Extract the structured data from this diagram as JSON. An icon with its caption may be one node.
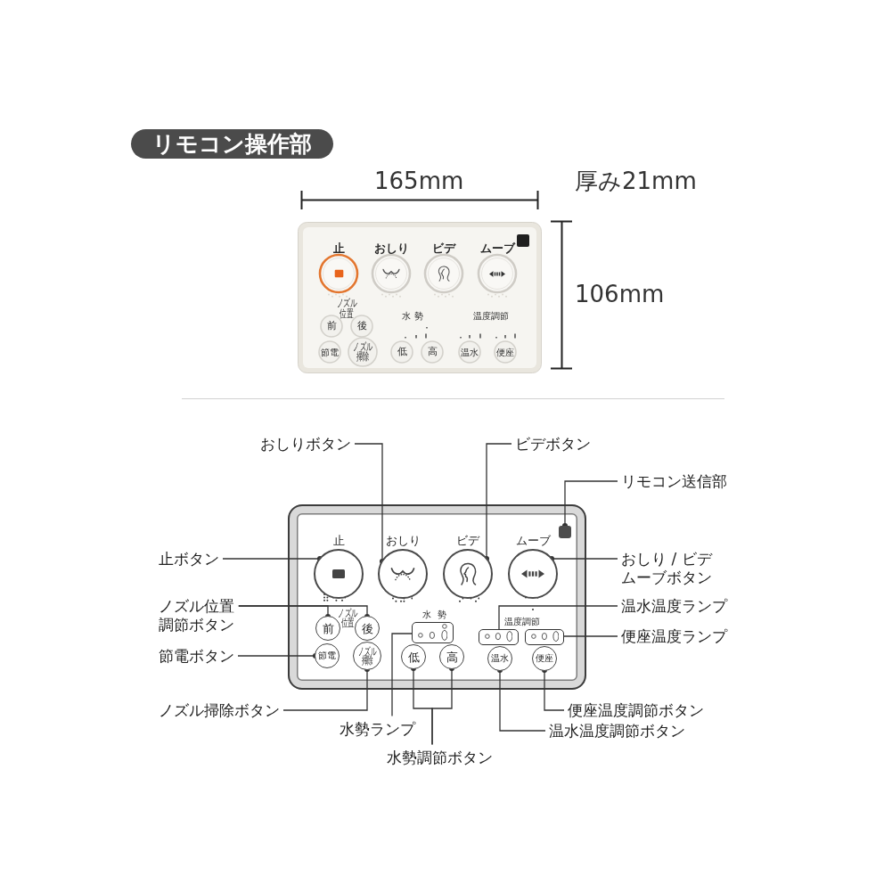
{
  "diagram": {
    "title": "リモコン操作部",
    "nodes": [
      {
        "text": [],
        "shape": "box"
      },
      {
        "text": [],
        "shape": "box",
        "in": 0
      },
      {
        "text": [
          "止"
        ],
        "in": 0
      },
      {
        "text": [
          "おしり"
        ],
        "in": 0
      },
      {
        "text": [
          "ビデ"
        ],
        "in": 0
      },
      {
        "text": [
          "ムーブ"
        ],
        "in": 0
      },
      {
        "text": [
          "前"
        ],
        "in": 0
      },
      {
        "text": [
          "後"
        ],
        "in": 0
      },
      {
        "text": [],
        "shape": "box",
        "in": 0
      },
      {
        "text": [],
        "shape": "box",
        "in": 0
      },
      {
        "text": [],
        "shape": "box",
        "in": 0
      },
      {
        "text": [
          "節電"
        ],
        "in": 0
      },
      {
        "text": [
          "ノズル掃除"
        ],
        "in": 0
      },
      {
        "text": [
          "低"
        ],
        "in": 0
      },
      {
        "text": [
          "高"
        ],
        "in": 0
      },
      {
        "text": [
          "温水"
        ],
        "in": 0
      },
      {
        "text": [
          "便座"
        ],
        "in": 0
      },
      {
        "text": [
          "おしりボタン"
        ]
      },
      {
        "text": [
          "ビデボタン"
        ]
      },
      {
        "text": [
          "リモコン送信部"
        ]
      },
      {
        "text": [
          "止ボタン"
        ]
      },
      {
        "text": [
          "おしり / ビデムーブボタン"
        ]
      },
      {
        "text": [
          "ノズル位置調節ボタン"
        ]
      },
      {
        "text": [
          "温水温度ランプ"
        ]
      },
      {
        "text": [
          "便座温度ランプ"
        ]
      },
      {
        "text": [
          "節電ボタン"
        ]
      },
      {
        "text": [
          "ノズル掃除ボタン"
        ]
      },
      {
        "text": [
          "便座温度調節ボタン"
        ]
      },
      {
        "text": [
          "水勢ランプ"
        ]
      },
      {
        "text": [
          "温水温度調節ボタン"
        ]
      },
      {
        "text": [
          "水勢調節ボタン"
        ]
      }
    ],
    "edges": [
      {
        "from": 17,
        "to": 3,
        "arrow": "other"
      },
      {
        "from": 18,
        "to": 4,
        "arrow": "other"
      },
      {
        "from": 19,
        "to": 1,
        "arrow": "other"
      },
      {
        "from": 20,
        "to": 2,
        "arrow": "other"
      },
      {
        "from": 21,
        "to": 5,
        "arrow": "other"
      },
      {
        "from": 22,
        "to": 6,
        "arrow": "other"
      },
      {
        "from": 22,
        "to": 7,
        "arrow": "other"
      },
      {
        "from": 23,
        "to": 9,
        "arrow": "none"
      },
      {
        "from": 24,
        "to": 10,
        "arrow": "none"
      },
      {
        "from": 25,
        "to": 11,
        "arrow": "other"
      },
      {
        "from": 26,
        "to": 12,
        "arrow": "other"
      },
      {
        "from": 27,
        "to": 16,
        "arrow": "other"
      },
      {
        "from": 28,
        "to": 8,
        "arrow": "none"
      },
      {
        "from": 29,
        "to": 15,
        "arrow": "other"
      },
      {
        "from": 30,
        "to": 13,
        "arrow": "other"
      },
      {
        "from": 30,
        "to": 14,
        "arrow": "other"
      }
    ],
    "labels": [
      "165mm",
      "厚み21mm",
      "106mm",
      "止",
      "おしり",
      "ビデ",
      "ムーブ",
      "ノズル位置",
      "水勢",
      "温度調節",
      "前",
      "後",
      "節電",
      "ノズル掃除",
      "低",
      "高",
      "温水",
      "便座",
      "ノズル位置",
      "水勢",
      "温度調節"
    ]
  }
}
